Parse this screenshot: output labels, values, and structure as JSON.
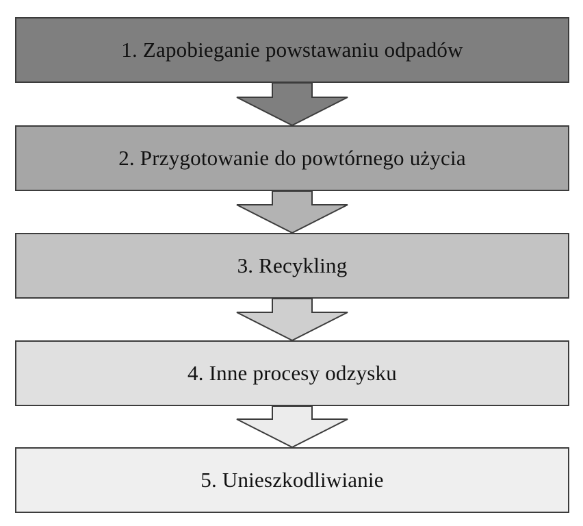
{
  "steps": [
    {
      "label": "1. Zapobieganie powstawaniu odpadów",
      "fill": "#7f7f7f"
    },
    {
      "label": "2. Przygotowanie do powtórnego użycia",
      "fill": "#a6a6a6"
    },
    {
      "label": "3. Recykling",
      "fill": "#c3c3c3"
    },
    {
      "label": "4. Inne procesy odzysku",
      "fill": "#e0e0e0"
    },
    {
      "label": "5. Unieszkodliwianie",
      "fill": "#efefef"
    }
  ],
  "arrows": [
    {
      "fill": "#7f7f7f"
    },
    {
      "fill": "#b3b3b3"
    },
    {
      "fill": "#cfcfcf"
    },
    {
      "fill": "#ececec"
    }
  ],
  "colors": {
    "stroke": "#3c3c3c",
    "text": "#111111"
  }
}
